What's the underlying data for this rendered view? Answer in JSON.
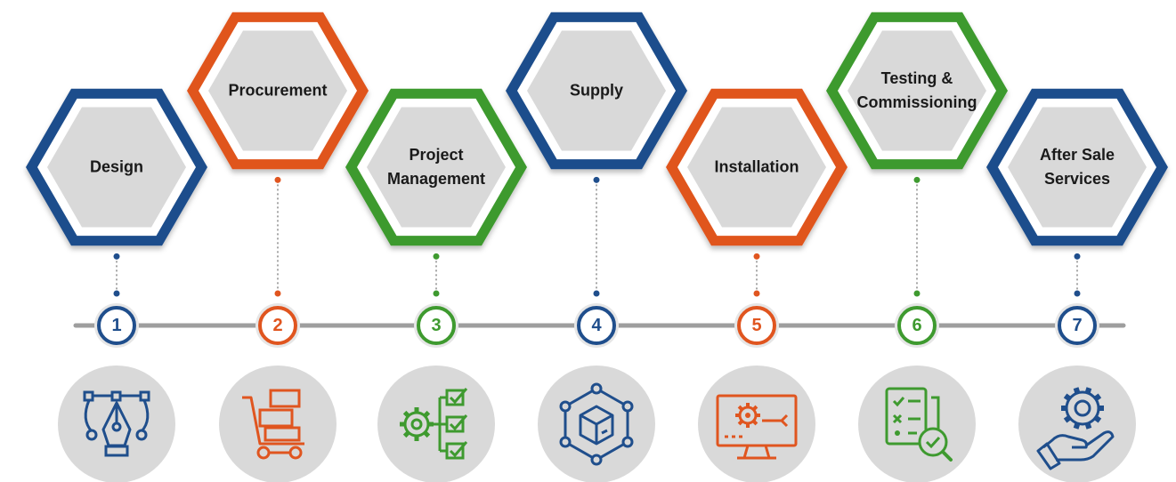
{
  "colors": {
    "blue": "#1f4e8c",
    "orange": "#e0551f",
    "green": "#3e9a2f",
    "hex_fill": "#d9d9d9",
    "timeline": "#9e9e9e",
    "icon_bg": "#d9d9d9"
  },
  "steps": [
    {
      "number": "1",
      "label": "Design",
      "color": "blue",
      "icon": "pen-tool-icon"
    },
    {
      "number": "2",
      "label": "Procurement",
      "color": "orange",
      "icon": "shopping-cart-icon"
    },
    {
      "number": "3",
      "label": "Project\nManagement",
      "color": "green",
      "icon": "gear-checklist-icon"
    },
    {
      "number": "4",
      "label": "Supply",
      "color": "blue",
      "icon": "package-network-icon"
    },
    {
      "number": "5",
      "label": "Installation",
      "color": "orange",
      "icon": "monitor-gear-wrench-icon"
    },
    {
      "number": "6",
      "label": "Testing &\nCommissioning",
      "color": "green",
      "icon": "document-checklist-search-icon"
    },
    {
      "number": "7",
      "label": "After Sale\nServices",
      "color": "blue",
      "icon": "hand-gear-icon"
    }
  ]
}
